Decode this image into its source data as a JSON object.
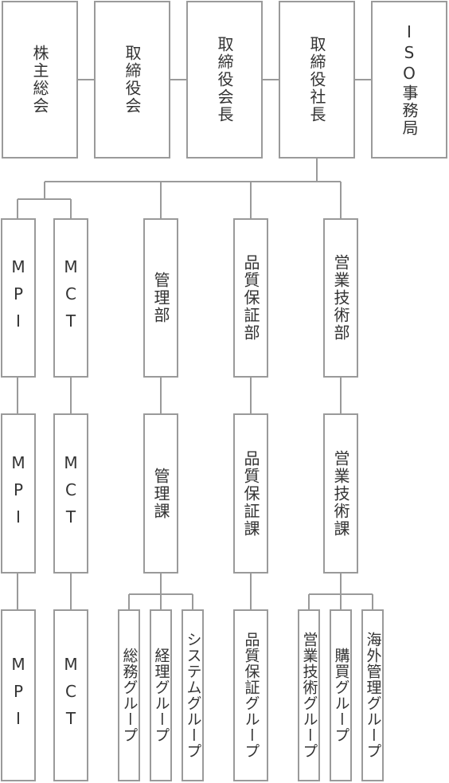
{
  "diagram": {
    "top": {
      "shareholders": "株主総会",
      "board": "取締役会",
      "chairman": "取締役会長",
      "president": "取締役社長",
      "iso_office": "ISO事務局"
    },
    "departments": {
      "mpi": "MPI",
      "mct": "MCT",
      "admin": "管理部",
      "qa": "品質保証部",
      "sales_tech": "営業技術部"
    },
    "sections": {
      "mpi": "MPI",
      "mct": "MCT",
      "admin": "管理課",
      "qa": "品質保証課",
      "sales_tech": "営業技術課"
    },
    "groups": {
      "mpi": "MPI",
      "mct": "MCT",
      "general_affairs": "総務グループ",
      "accounting": "経理グループ",
      "system": "システムグループ",
      "qa": "品質保証グループ",
      "sales_tech": "営業技術グループ",
      "purchasing": "購買グループ",
      "overseas": "海外管理グループ"
    }
  }
}
